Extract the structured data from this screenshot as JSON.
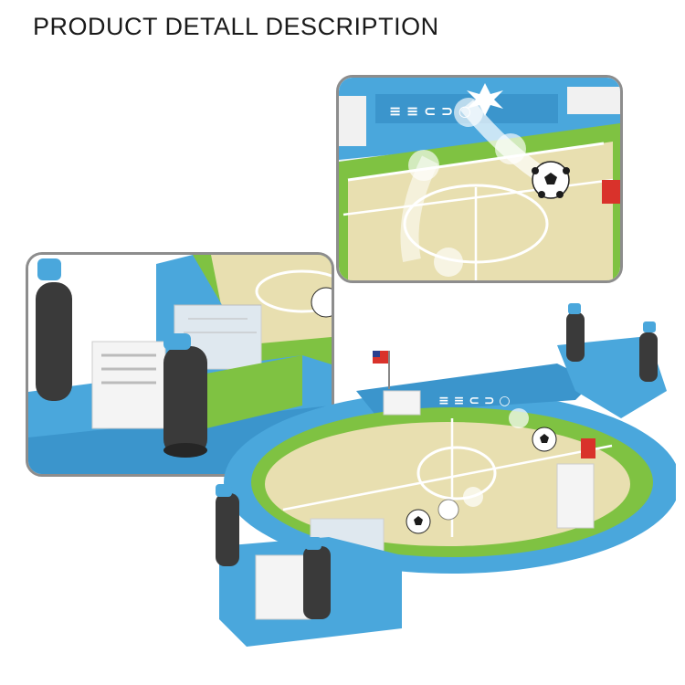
{
  "header": {
    "title": "PRODUCT DETALL DESCRIPTION"
  },
  "colors": {
    "stadium_blue": "#4aa7dc",
    "stadium_blue_dark": "#2f7fb4",
    "field_sand": "#e8dfb0",
    "grass": "#7fc242",
    "handle_black": "#3a3a3a",
    "goal_white": "#f4f4f4"
  },
  "images": [
    {
      "name": "close-up of kicking ball on field"
    },
    {
      "name": "close-up of goal and handles"
    },
    {
      "name": "tabletop football game overview"
    }
  ]
}
